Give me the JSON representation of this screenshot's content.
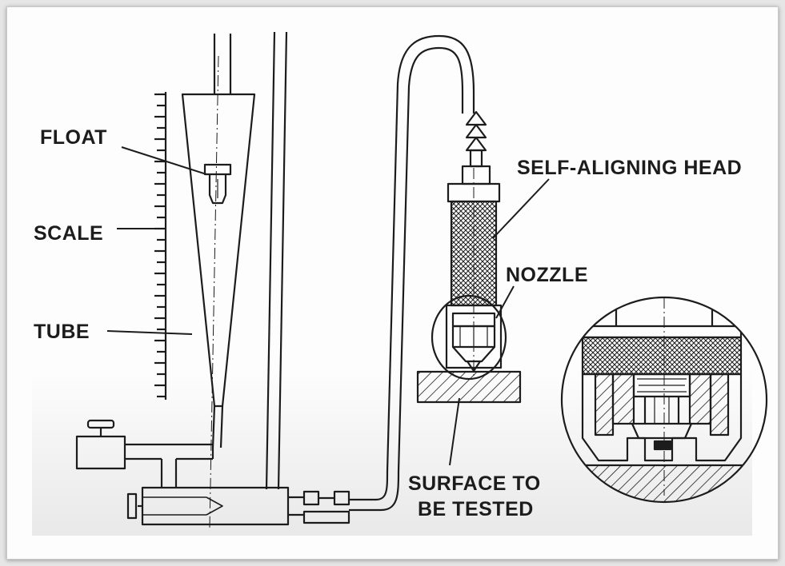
{
  "diagram": {
    "labels": {
      "float": "FLOAT",
      "scale": "SCALE",
      "tube": "TUBE",
      "head": "SELF-ALIGNING HEAD",
      "nozzle": "NOZZLE",
      "surface_line1": "SURFACE TO",
      "surface_line2": "BE TESTED"
    }
  },
  "colors": {
    "ink": "#1c1c1c",
    "paper": "#fdfdfd"
  }
}
